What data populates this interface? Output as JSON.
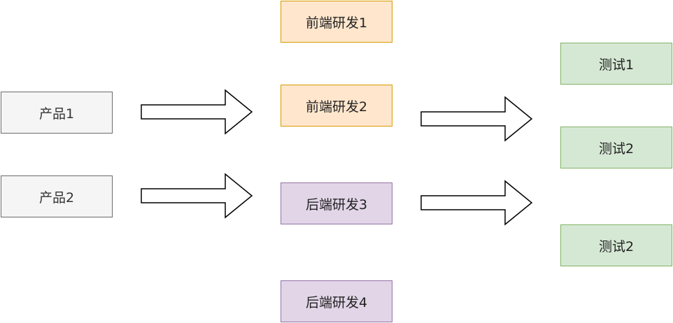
{
  "boxes": {
    "product1": "产品1",
    "product2": "产品2",
    "frontend1": "前端研发1",
    "frontend2": "前端研发2",
    "backend3": "后端研发3",
    "backend4": "后端研发4",
    "test1": "测试1",
    "test2a": "测试2",
    "test2b": "测试2"
  },
  "colors": {
    "gray_fill": "#f5f5f5",
    "gray_border": "#6b6b6b",
    "orange_fill": "#ffe6cc",
    "orange_border": "#d79b00",
    "purple_fill": "#e1d5e7",
    "purple_border": "#9673a6",
    "green_fill": "#d5e8d4",
    "green_border": "#82b366"
  },
  "arrows": [
    "block-arrow-right",
    "block-arrow-right",
    "block-arrow-right",
    "block-arrow-right"
  ]
}
